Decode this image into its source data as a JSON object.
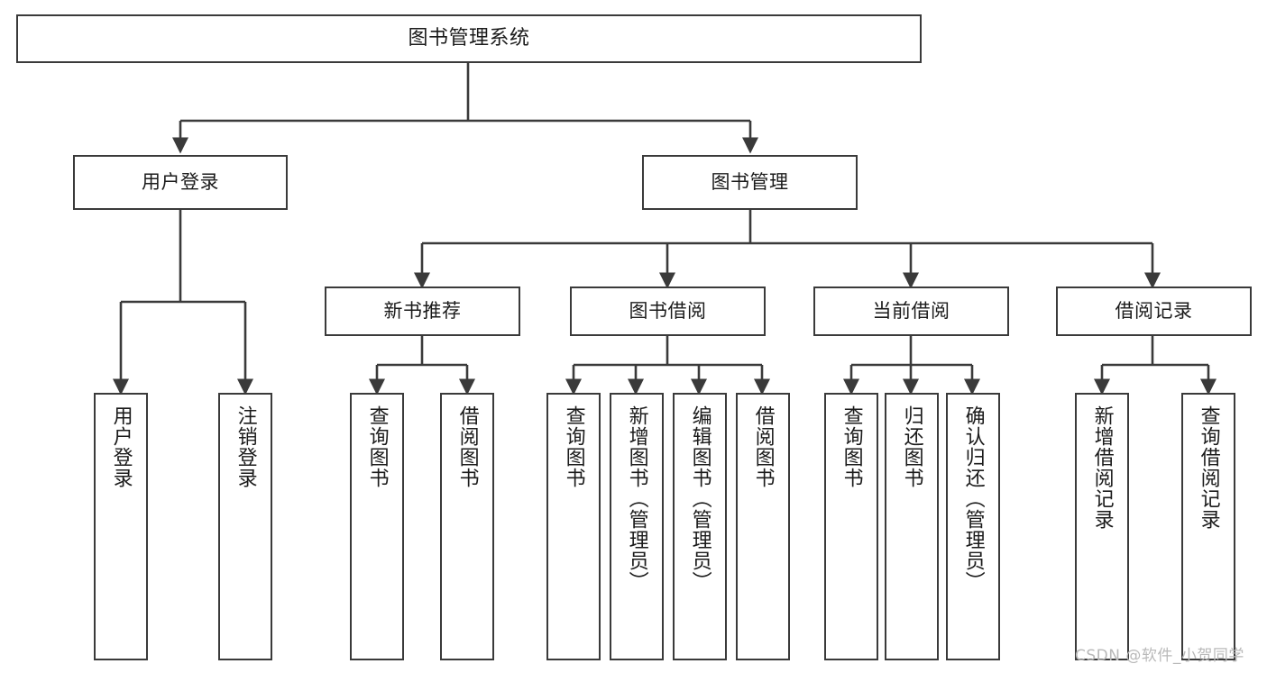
{
  "diagram": {
    "type": "tree",
    "title": "图书管理系统",
    "root": {
      "label": "图书管理系统"
    },
    "level1": [
      {
        "label": "用户登录"
      },
      {
        "label": "图书管理"
      }
    ],
    "level2": [
      {
        "label": "新书推荐"
      },
      {
        "label": "图书借阅"
      },
      {
        "label": "当前借阅"
      },
      {
        "label": "借阅记录"
      }
    ],
    "leaves": {
      "user_login": [
        {
          "label": "用户登录"
        },
        {
          "label": "注销登录"
        }
      ],
      "new_book_recommend": [
        {
          "label": "查询图书"
        },
        {
          "label": "借阅图书"
        }
      ],
      "book_borrow": [
        {
          "label": "查询图书"
        },
        {
          "label": "新增图书（管理员）"
        },
        {
          "label": "编辑图书（管理员）"
        },
        {
          "label": "借阅图书"
        }
      ],
      "current_borrow": [
        {
          "label": "查询图书"
        },
        {
          "label": "归还图书"
        },
        {
          "label": "确认归还（管理员）"
        }
      ],
      "borrow_records": [
        {
          "label": "新增借阅记录"
        },
        {
          "label": "查询借阅记录"
        }
      ]
    }
  },
  "watermark": {
    "text": "CSDN @软件_小贺同学"
  },
  "colors": {
    "border": "#3a3a3a",
    "text": "#1b1b1b",
    "background": "#ffffff",
    "watermark": "#b9b9b9"
  }
}
